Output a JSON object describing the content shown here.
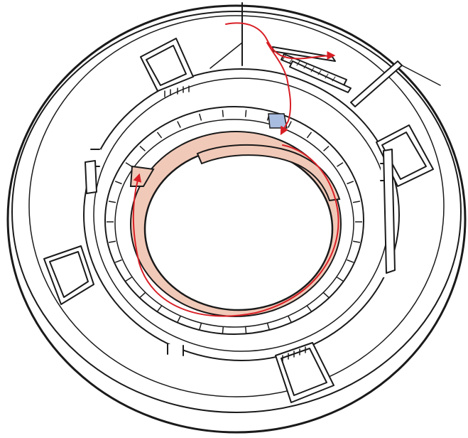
{
  "diagram": {
    "kind": "axonometric plan of a circular building with a spiral ramp",
    "labels": [],
    "colors": {
      "outline": "#1a1a1a",
      "ramp_fill": "#f1c9b8",
      "route_arrow": "#d81f26",
      "landing_highlight": "#a9bde0",
      "background": "#ffffff"
    },
    "elements": {
      "outer_rings": 2,
      "gallery_bays": 6,
      "escalator_banks": 1,
      "ramp_turns": 1
    },
    "icons": [
      "route-arrow-icon",
      "escalator-icon"
    ]
  }
}
